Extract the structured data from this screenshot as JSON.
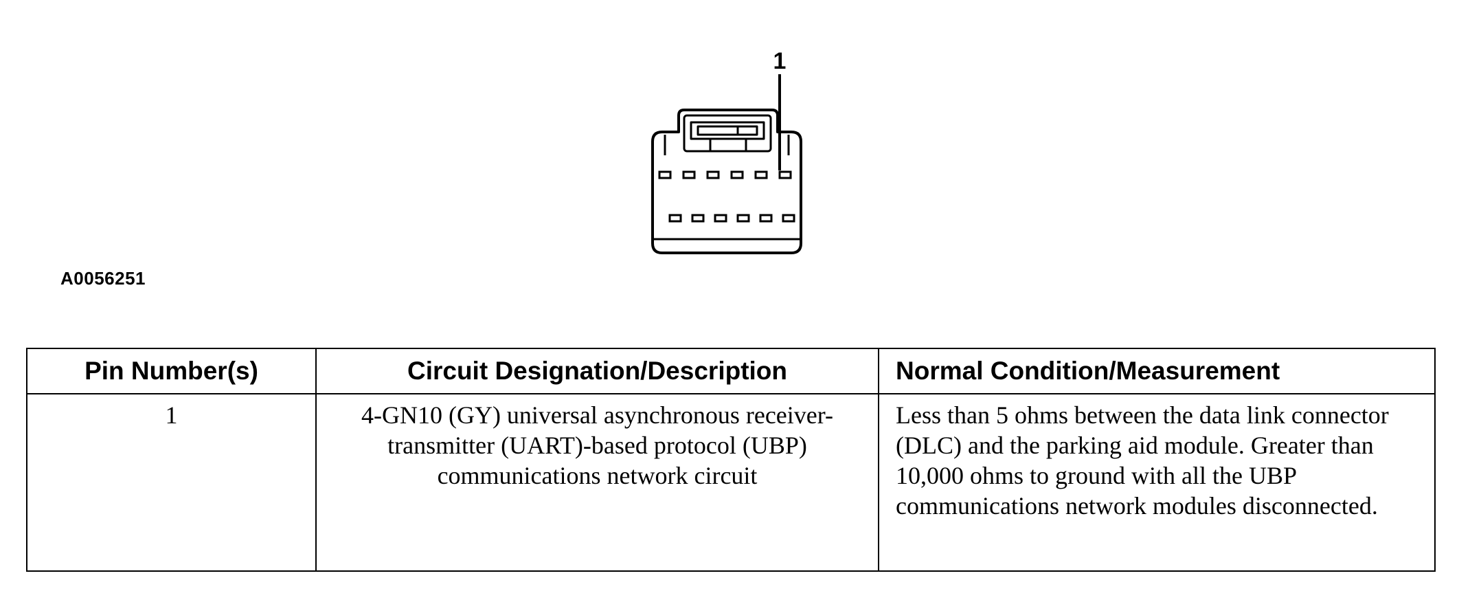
{
  "figure": {
    "callout_label": "1",
    "figure_id": "A0056251",
    "upper_pin_count": 6,
    "lower_pin_count": 6
  },
  "table": {
    "headers": [
      "Pin Number(s)",
      "Circuit Designation/Description",
      "Normal Condition/Measurement"
    ],
    "rows": [
      {
        "pin": "1",
        "circuit": "4-GN10 (GY) universal asynchronous receiver-transmitter (UART)-based protocol (UBP) communications network circuit",
        "measurement": "Less than 5 ohms between the data link connector (DLC) and the parking aid module. Greater than 10,000 ohms to ground with all the UBP communications network modules disconnected."
      }
    ]
  }
}
